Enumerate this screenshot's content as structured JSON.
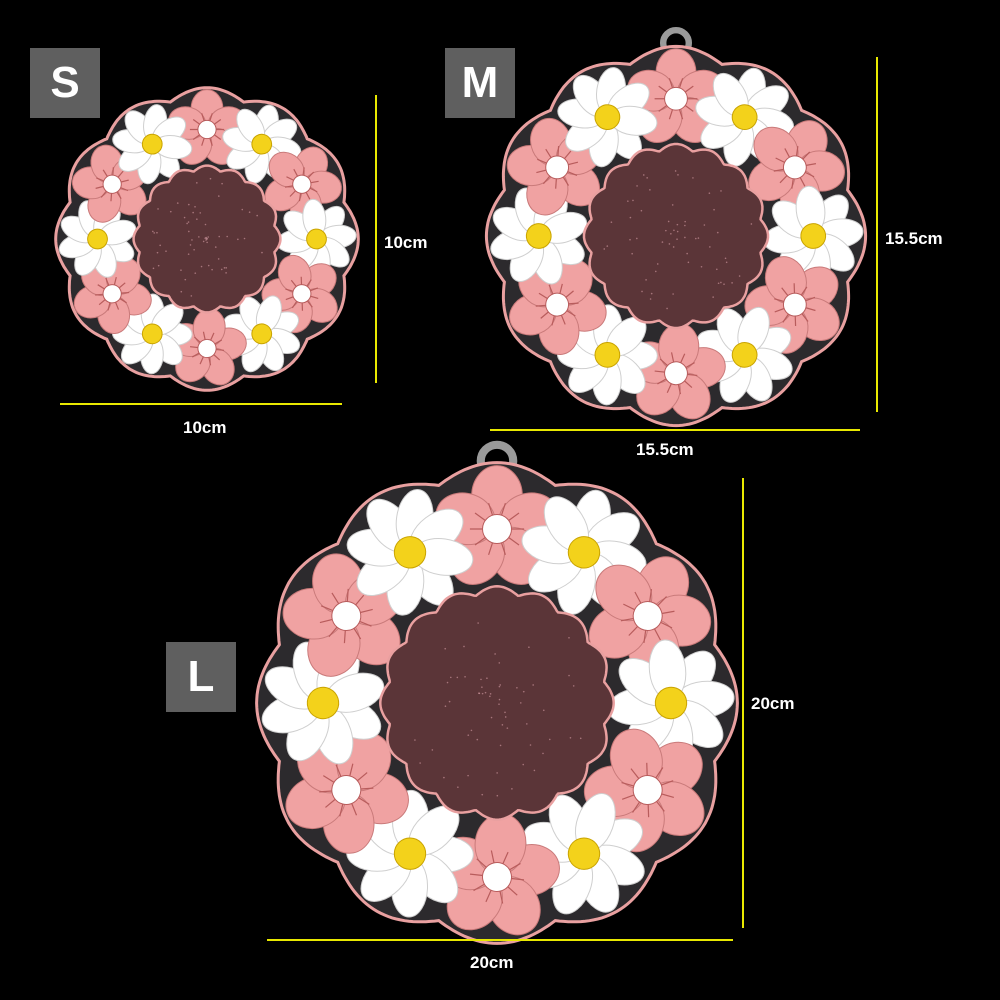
{
  "colors": {
    "background": "#000000",
    "badge": "#5f5f5f",
    "dimension_line": "#e8e800",
    "coaster_outline": "#e9a0a0",
    "coaster_body": "#2c2a2d",
    "center_fill": "#5b3538",
    "pink_petal": "#f0a2a2",
    "white_petal": "#ffffff",
    "flower_center_yellow": "#f3d21b"
  },
  "sizes": [
    {
      "id": "s",
      "badge": "S",
      "width_label": "10cm",
      "height_label": "10cm",
      "has_hang_loop": false
    },
    {
      "id": "m",
      "badge": "M",
      "width_label": "15.5cm",
      "height_label": "15.5cm",
      "has_hang_loop": true
    },
    {
      "id": "l",
      "badge": "L",
      "width_label": "20cm",
      "height_label": "20cm",
      "has_hang_loop": true
    }
  ]
}
